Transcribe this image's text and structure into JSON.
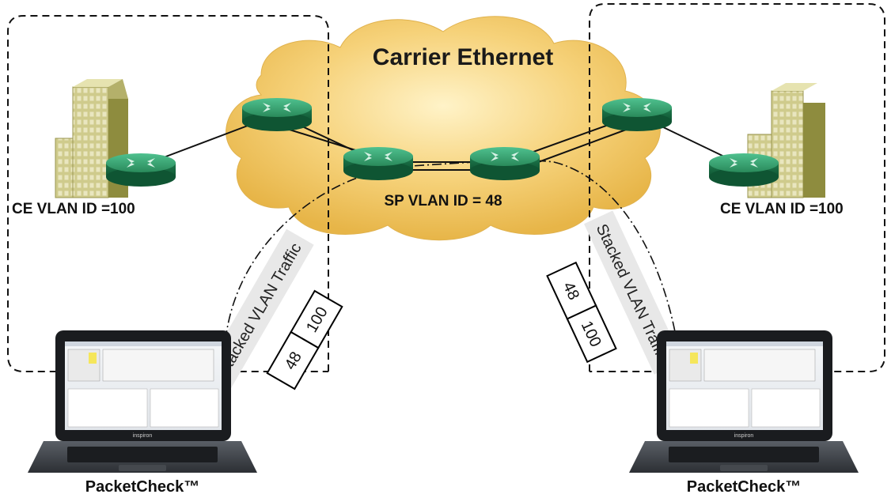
{
  "cloud": {
    "title": "Carrier Ethernet"
  },
  "labels": {
    "ce_left": "CE VLAN ID =100",
    "ce_right": "CE VLAN ID =100",
    "sp": "SP VLAN ID = 48",
    "product_left": "PacketCheck™",
    "product_right": "PacketCheck™",
    "laptop_brand": "inspiron"
  },
  "traffic": {
    "left": {
      "caption": "Stacked VLAN Traffic",
      "outer_tag": "48",
      "inner_tag": "100"
    },
    "right": {
      "caption": "Stacked VLAN Traffic",
      "outer_tag": "48",
      "inner_tag": "100"
    }
  },
  "colors": {
    "cloud_fill": "#f3c866",
    "router": "#2e9a68",
    "building": "#c9c57d",
    "building_dark": "#8a8a3a",
    "tag_border": "#000000"
  }
}
